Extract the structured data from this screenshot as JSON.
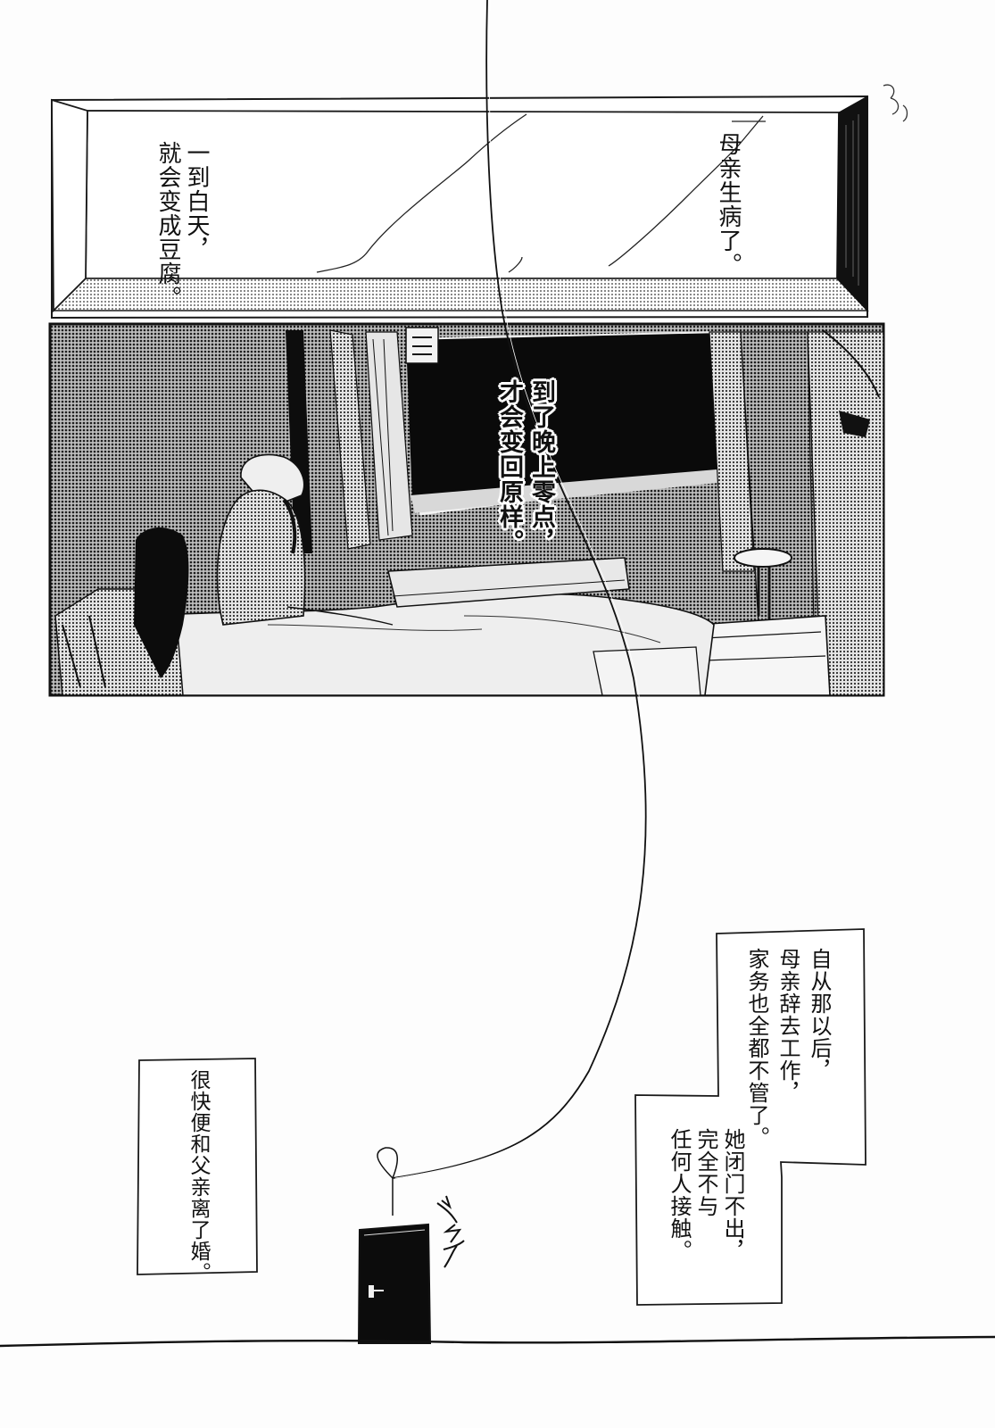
{
  "panel_top": {
    "left_caption": [
      "一到白天，",
      "就会变成豆腐。"
    ],
    "right_caption": [
      "母亲生病了。"
    ]
  },
  "panel_middle": {
    "caption": [
      "到了晚上零点，",
      "才会变回原样。"
    ]
  },
  "bottom": {
    "caption_right_a": [
      "自从那以后，",
      "母亲辞去工作，",
      "家务也全都不管了。"
    ],
    "caption_right_b": [
      "她闭门不出，",
      "完全不与",
      "任何人接触。"
    ],
    "caption_left": [
      "很快便和父亲离了婚。"
    ]
  }
}
